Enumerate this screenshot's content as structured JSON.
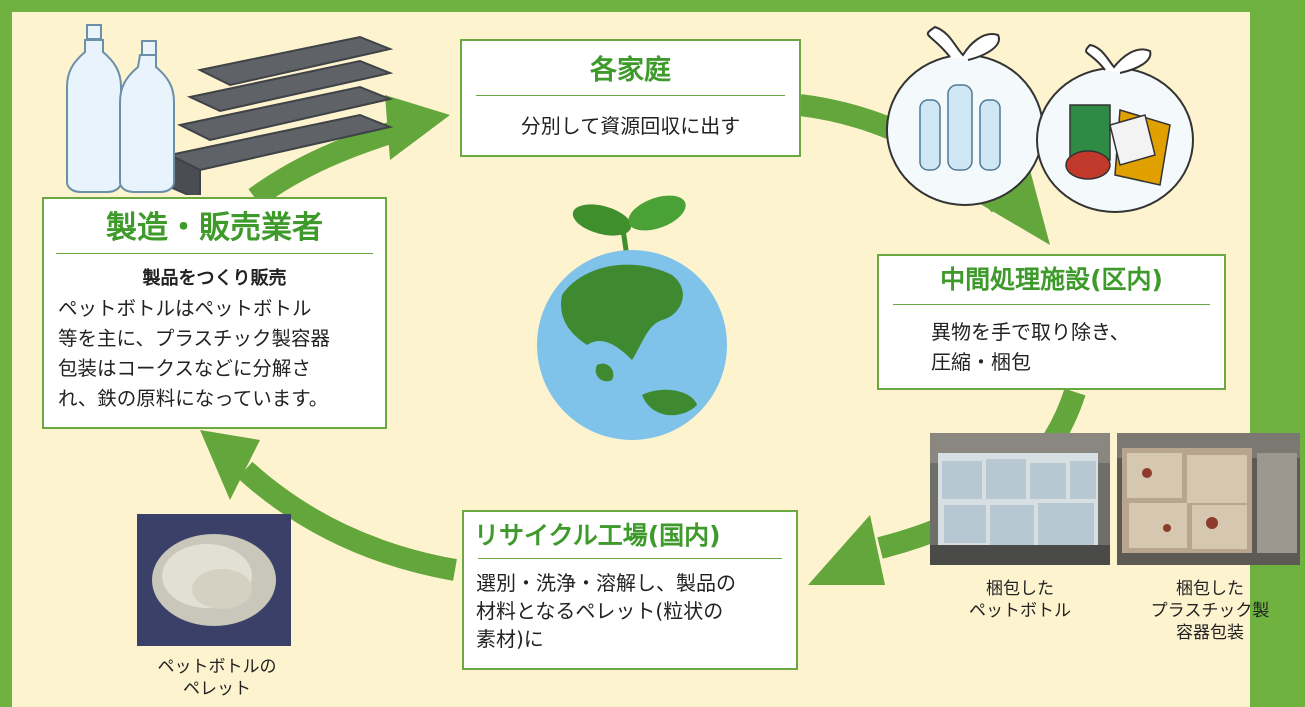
{
  "colors": {
    "frame_green": "#6fb23f",
    "cream": "#fdf3cf",
    "arrow_green": "#62a63c",
    "title_green": "#3e9a2b"
  },
  "home": {
    "title": "各家庭",
    "body": "分別して資源回収に出す"
  },
  "maker": {
    "title": "製造・販売業者",
    "subtitle": "製品をつくり販売",
    "lines": [
      "ペットボトルはペットボトル",
      "等を主に、プラスチック製容器",
      "包装はコークスなどに分解さ",
      "れ、鉄の原料になっています。"
    ]
  },
  "facility": {
    "title": "中間処理施設(区内)",
    "lines": [
      "異物を手で取り除き、",
      "圧縮・梱包"
    ]
  },
  "recycle": {
    "title": "リサイクル工場(国内)",
    "lines": [
      "選別・洗浄・溶解し、製品の",
      "材料となるペレット(粒状の",
      "素材)に"
    ]
  },
  "captions": {
    "pellet": [
      "ペットボトルの",
      "ペレット"
    ],
    "bale_pet": [
      "梱包した",
      "ペットボトル"
    ],
    "bale_plastic": [
      "梱包した",
      "プラスチック製",
      "容器包装"
    ]
  },
  "icons": [
    "bottles-and-steel-icon",
    "garbage-bags-icon",
    "globe-sprout-icon",
    "bale-photo-icon",
    "pellet-photo-icon"
  ]
}
